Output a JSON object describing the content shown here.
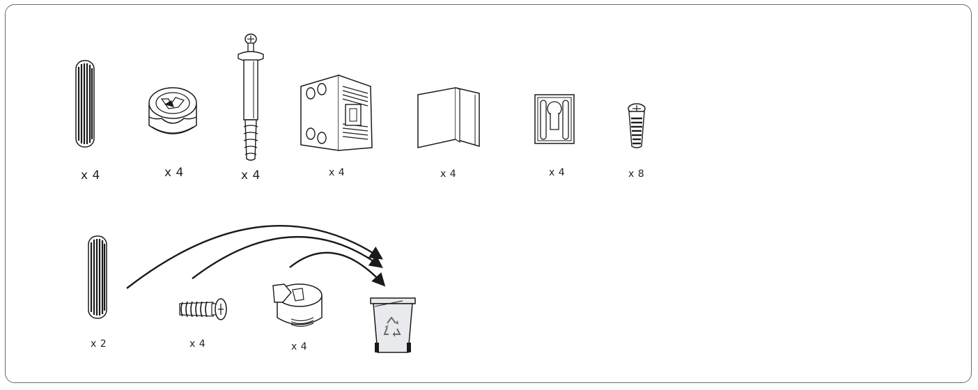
{
  "page": {
    "title": "",
    "colors": {
      "line": "#1a1a1a",
      "fill": "#ffffff",
      "frame": "#6b6b6b",
      "bin": "#e8eaed"
    }
  },
  "parts": [
    {
      "name": "wooden-dowel",
      "qty": "x 4"
    },
    {
      "name": "cam-lock-nut",
      "qty": "x 4"
    },
    {
      "name": "cam-bolt",
      "qty": "x 4"
    },
    {
      "name": "corner-bracket-perforated",
      "qty": "x 4"
    },
    {
      "name": "corner-bracket-plain",
      "qty": "x 4"
    },
    {
      "name": "keyhole-hanger-plate",
      "qty": "x 4"
    },
    {
      "name": "short-wood-screw",
      "qty": "x 8"
    }
  ],
  "discard_parts": [
    {
      "name": "wooden-dowel-extra",
      "qty": "x 2"
    },
    {
      "name": "euro-screw-extra",
      "qty": "x 4"
    },
    {
      "name": "cam-lock-nut-extra",
      "qty": "x 4"
    }
  ],
  "discard_target": {
    "icon": "recycle-bin-icon"
  }
}
